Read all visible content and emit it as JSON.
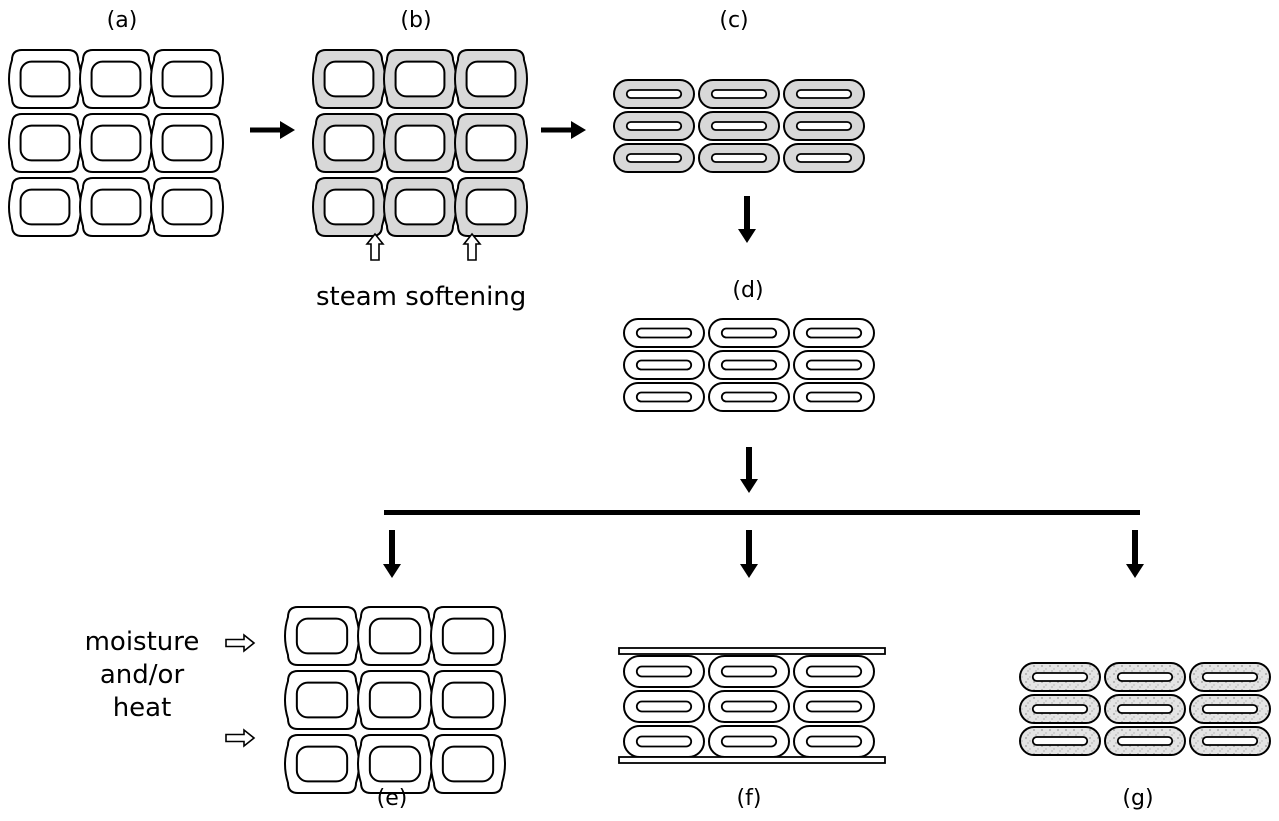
{
  "panels": {
    "a": {
      "label": "(a)"
    },
    "b": {
      "label": "(b)"
    },
    "c": {
      "label": "(c)"
    },
    "d": {
      "label": "(d)"
    },
    "e": {
      "label": "(e)"
    },
    "f": {
      "label": "(f)"
    },
    "g": {
      "label": "(g)"
    }
  },
  "annotations": {
    "steam_softening": "steam softening",
    "moisture_line1": "moisture",
    "moisture_line2": "and/or",
    "moisture_line3": "heat"
  },
  "colors": {
    "stroke": "#000000",
    "softened_fill": "#d8d8d8",
    "lumen_fill": "#ffffff",
    "cell_fill": "#ffffff",
    "textured_fill": "#dedede"
  }
}
